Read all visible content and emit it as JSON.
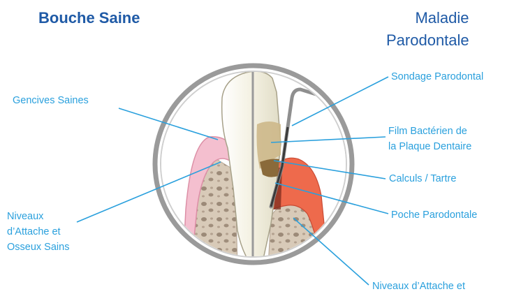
{
  "titles": {
    "left": "Bouche Saine",
    "right_line1": "Maladie",
    "right_line2": "Parodontale"
  },
  "labels_left": {
    "gencives": "Gencives Saines",
    "niveaux_line1": "Niveaux",
    "niveaux_line2": "d’Attache et",
    "niveaux_line3": "Osseux Sains"
  },
  "labels_right": {
    "sondage": "Sondage Parodontal",
    "film_line1": "Film Bactérien de",
    "film_line2": "la Plaque Dentaire",
    "calculs": "Calculs / Tartre",
    "poche": "Poche Parodontale",
    "niveaux_bottom": "Niveaux d’Attache et"
  },
  "colors": {
    "title": "#1f5aa6",
    "label": "#2aa0dd",
    "leader": "#2aa0dd",
    "ring": "#9a9a9a",
    "healthy_gum": "#f4bfcf",
    "inflamed_gum": "#ee6a4c",
    "bone": "#d6c8b6",
    "tooth": "#f3f0df",
    "plaque": "#cdb88a",
    "calculus": "#8a6a3a"
  }
}
